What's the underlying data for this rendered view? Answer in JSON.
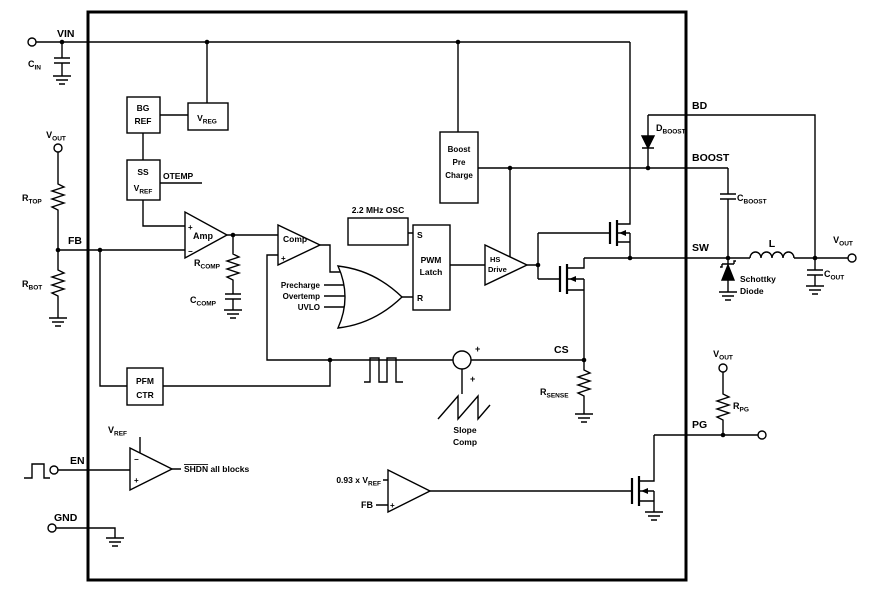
{
  "pins": {
    "vin": "VIN",
    "fb": "FB",
    "en": "EN",
    "gnd": "GND",
    "bd": "BD",
    "boost": "BOOST",
    "sw": "SW",
    "cs": "CS",
    "pg": "PG"
  },
  "blocks": {
    "bg_ref": {
      "line1": "BG",
      "line2": "REF"
    },
    "vreg": {
      "main": "V",
      "sub": "REG"
    },
    "ss_vref": {
      "line1": "SS",
      "main": "V",
      "sub": "REF"
    },
    "otemp": "OTEMP",
    "amp": "Amp",
    "comp": "Comp",
    "osc": "2.2 MHz OSC",
    "latch": {
      "s": "S",
      "r": "R",
      "line1": "PWM",
      "line2": "Latch"
    },
    "boost_precharge": {
      "line1": "Boost",
      "line2": "Pre",
      "line3": "Charge"
    },
    "hs_drive": {
      "line1": "HS",
      "line2": "Drive"
    },
    "pfm": {
      "line1": "PFM",
      "line2": "CTR"
    },
    "or_gate": {
      "in1": "Precharge",
      "in2": "Overtemp",
      "in3": "UVLO"
    },
    "slope_comp": {
      "line1": "Slope",
      "line2": "Comp"
    },
    "shdn": {
      "bar": "SHDN",
      "rest": " all blocks"
    },
    "pg_comp": {
      "ref_main": "0.93 x V",
      "ref_sub": "REF",
      "fb": "FB"
    }
  },
  "components": {
    "c_in": {
      "main": "C",
      "sub": "IN"
    },
    "v_out_left": {
      "main": "V",
      "sub": "OUT"
    },
    "r_top": {
      "main": "R",
      "sub": "TOP"
    },
    "r_bot": {
      "main": "R",
      "sub": "BOT"
    },
    "r_comp": {
      "main": "R",
      "sub": "COMP"
    },
    "c_comp": {
      "main": "C",
      "sub": "COMP"
    },
    "d_boost": {
      "main": "D",
      "sub": "BOOST"
    },
    "c_boost": {
      "main": "C",
      "sub": "BOOST"
    },
    "inductor": "L",
    "v_out_right": {
      "main": "V",
      "sub": "OUT"
    },
    "c_out": {
      "main": "C",
      "sub": "OUT"
    },
    "schottky": {
      "line1": "Schottky",
      "line2": "Diode"
    },
    "r_sense": {
      "main": "R",
      "sub": "SENSE"
    },
    "v_out_pg": {
      "main": "V",
      "sub": "OUT"
    },
    "r_pg": {
      "main": "R",
      "sub": "PG"
    },
    "v_ref_en": {
      "main": "V",
      "sub": "REF"
    }
  },
  "signs": {
    "plus": "+",
    "minus": "−"
  }
}
